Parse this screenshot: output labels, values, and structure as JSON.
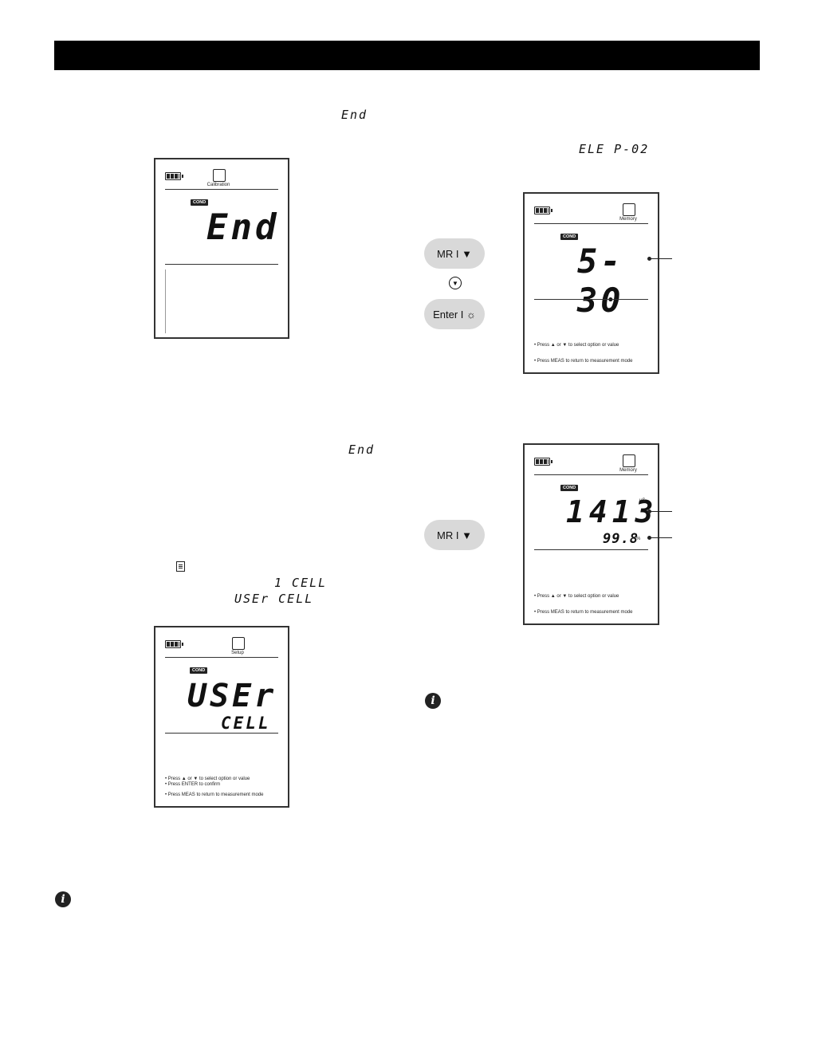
{
  "page": {
    "inline_seg": {
      "end_a": "End",
      "elep": "ELE P-02",
      "end_b": "End",
      "cell_opt": "1 CELL",
      "user_cell": "USEr CELL"
    }
  },
  "lcd_calibration": {
    "mode_label": "Calibration",
    "badge": "COND",
    "reading": "End"
  },
  "lcd_memory_1": {
    "mode_label": "Memory",
    "badge": "COND",
    "reading": "5-30",
    "hint1": "• Press ▲ or ▼ to select option or value",
    "hint2": "• Press MEAS to return to measurement mode"
  },
  "lcd_memory_2": {
    "mode_label": "Memory",
    "badge": "COND",
    "reading": "1413",
    "unit": "uS",
    "secondary": "99.8",
    "secondary_unit": "%",
    "hint1": "• Press ▲ or ▼ to select option or value",
    "hint2": "• Press MEAS to return to measurement mode"
  },
  "lcd_setup": {
    "mode_label": "Setup",
    "badge": "COND",
    "reading": "USEr",
    "reading2": "CELL",
    "hint1": "• Press ▲ or ▼ to select option or value",
    "hint2": "• Press ENTER to confirm",
    "hint3": "• Press MEAS to return to measurement mode"
  },
  "buttons": {
    "mr": "MR I ▼",
    "down": "▼",
    "enter": "Enter I ☼",
    "mr2": "MR I ▼"
  },
  "icons": {
    "info": "i"
  }
}
